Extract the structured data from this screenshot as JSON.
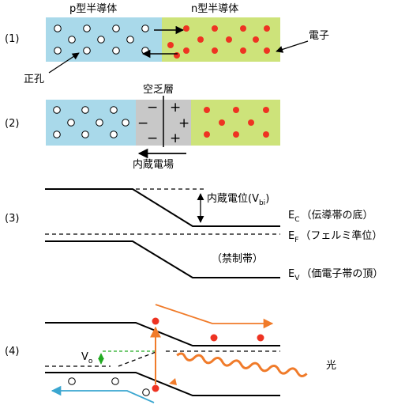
{
  "panel1": {
    "number": "(1)",
    "p_label": "p型半導体",
    "n_label": "n型半導体",
    "electron_label": "電子",
    "hole_label": "正孔"
  },
  "panel2": {
    "number": "(2)",
    "depletion_label": "空乏層",
    "field_label": "内蔵電場",
    "minus": "−",
    "plus": "+"
  },
  "panel3": {
    "number": "(3)",
    "vbi_label": "内蔵電位(V",
    "vbi_sub": "bi",
    "vbi_close": ")",
    "ec_label": "E",
    "ec_sub": "C",
    "ec_desc": "（伝導帯の底）",
    "ef_label": "E",
    "ef_sub": "F",
    "ef_desc": "（フェルミ準位）",
    "gap_label": "（禁制帯）",
    "ev_label": "E",
    "ev_sub": "V",
    "ev_desc": "（価電子帯の頂）"
  },
  "panel4": {
    "number": "(4)",
    "vo_label": "V",
    "vo_sub": "o",
    "light_label": "光"
  },
  "colors": {
    "p_region": "#a9d9ea",
    "n_region": "#cde37a",
    "depletion": "#c8c8c8",
    "electron": "#ee3322",
    "arrow_orange": "#f07b2a",
    "arrow_blue": "#3aa6d0",
    "vo_green": "#22aa22"
  }
}
